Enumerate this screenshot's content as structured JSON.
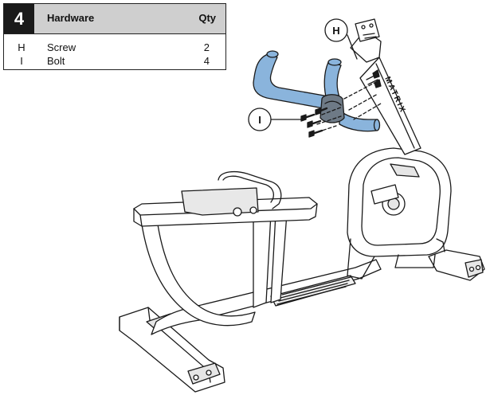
{
  "hardware_table": {
    "step": "4",
    "title": "Hardware",
    "qty_header": "Qty",
    "rows": [
      {
        "letter": "H",
        "name": "Screw",
        "qty": "2"
      },
      {
        "letter": "I",
        "name": "Bolt",
        "qty": "4"
      }
    ]
  },
  "callouts": {
    "h": "H",
    "i": "I"
  },
  "brand": "MATRIX",
  "colors": {
    "handlebar": "#8ab4dc",
    "outline": "#1a1a1a",
    "header_fill": "#cfcfcf"
  }
}
